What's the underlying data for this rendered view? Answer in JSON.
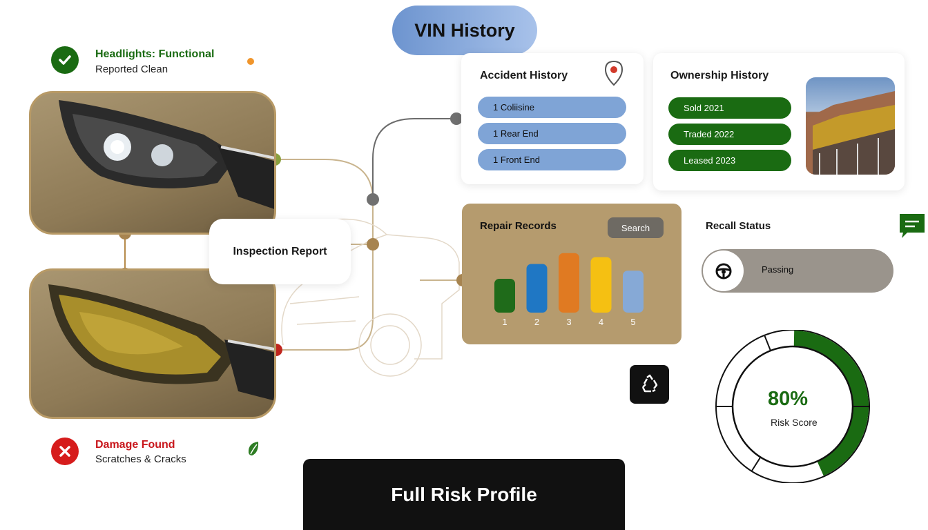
{
  "header": {
    "title": "VIN History"
  },
  "headlights": {
    "good": {
      "title": "Headlights: Functional",
      "subtitle": "Reported Clean"
    },
    "bad": {
      "title": "Damage Found",
      "subtitle": "Scratches & Cracks"
    }
  },
  "inspection": {
    "label": "Inspection Report"
  },
  "accident": {
    "title": "Accident History",
    "items": [
      "1 Coliisine",
      "1 Rear End",
      "1 Front End"
    ]
  },
  "ownership": {
    "title": "Ownership History",
    "items": [
      "Sold 2021",
      "Traded 2022",
      "Leased 2023"
    ]
  },
  "repair": {
    "title": "Repair Records",
    "search_label": "Search",
    "chart_data": {
      "type": "bar",
      "categories": [
        "1",
        "2",
        "3",
        "4",
        "5"
      ],
      "values": [
        50,
        72,
        88,
        82,
        62
      ],
      "colors": [
        "#1f6b1a",
        "#1f77c4",
        "#e07a22",
        "#f5c012",
        "#86a9d6"
      ],
      "ylim": [
        0,
        100
      ]
    }
  },
  "recall": {
    "title": "Recall Status",
    "status": "Passing"
  },
  "risk": {
    "value_text": "80%",
    "label": "Risk Score",
    "fraction": 0.8
  },
  "footer": {
    "button_label": "Full Risk Profile"
  },
  "colors": {
    "accent_green": "#1a6b12",
    "accent_blue": "#7fa4d6",
    "panel_tan": "#b59b6e",
    "danger_red": "#d61c1c"
  }
}
